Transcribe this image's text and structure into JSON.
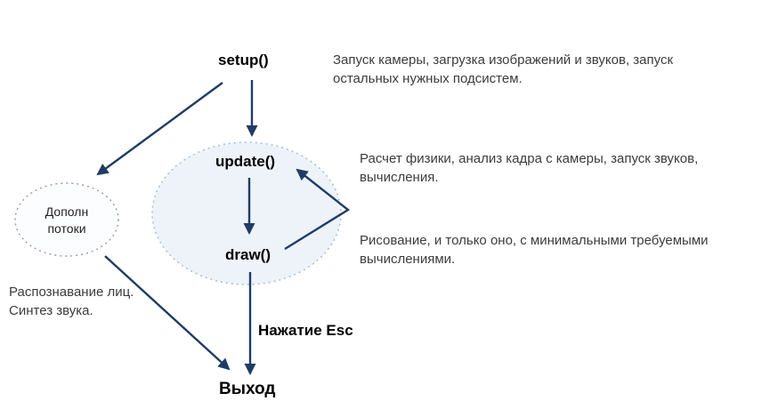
{
  "diagram": {
    "nodes": {
      "setup": "setup()",
      "update": "update()",
      "draw": "draw()",
      "exit": "Выход",
      "esc_label": "Нажатие Esc",
      "threads_label": [
        "Дополн",
        "потоки"
      ]
    },
    "annotations": {
      "setup_note": [
        "Запуск камеры, загрузка изображений и звуков, запуск",
        "остальных нужных подсистем."
      ],
      "update_note": [
        "Расчет физики, анализ кадра с камеры, запуск звуков,",
        "вычисления."
      ],
      "draw_note": [
        "Рисование, и только оно, с минимальными требуемыми",
        "вычислениями."
      ],
      "threads_note": [
        "Распознавание лиц.",
        "Синтез звука."
      ]
    },
    "colors": {
      "arrow": "#1f3c64",
      "loop_ellipse_fill": "#edf3f9",
      "loop_ellipse_border": "#a9c3d6",
      "threads_ellipse_fill": "#fcfdfe",
      "threads_ellipse_border": "#9a9a9a",
      "node_text": "#000000",
      "note_text": "#3c3c3c"
    }
  }
}
